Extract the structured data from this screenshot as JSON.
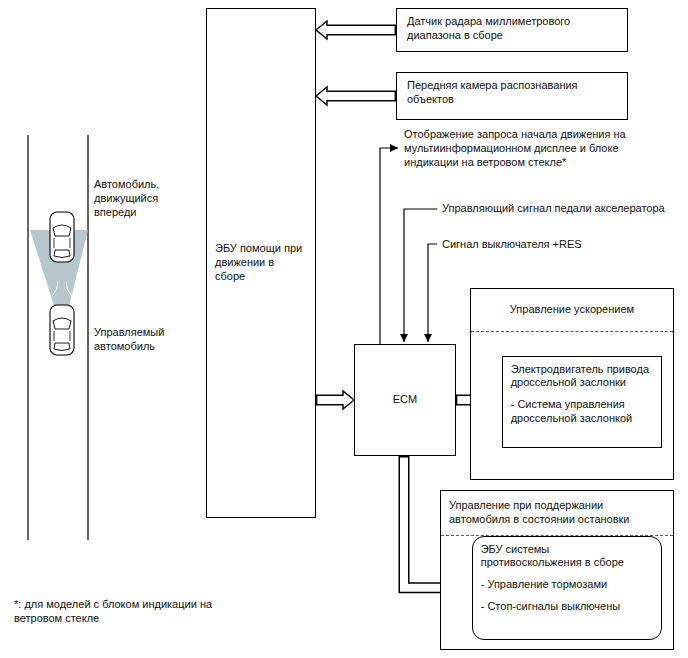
{
  "diagram": {
    "nodes": [
      {
        "text": [
          "ЭБУ помощи при движении в сборе"
        ]
      },
      {
        "text": [
          "Датчик радара миллиметрового диапазона в сборе"
        ]
      },
      {
        "text": [
          "Передняя камера распознавания объектов"
        ]
      },
      {
        "text": [
          "ECM"
        ]
      },
      {
        "text": [
          "Управление ускорением"
        ]
      },
      {
        "text": [
          "Электродвигатель привода дроссельной заслонки",
          "- Система управления дроссельной заслонкой"
        ],
        "in": 4
      },
      {
        "text": [
          "Управление при поддержании автомобиля в состоянии остановки"
        ]
      },
      {
        "text": [
          "ЭБУ системы противоскольжения в сборе",
          "- Управление тормозами",
          "- Стоп-сигналы выключены"
        ],
        "in": 6
      }
    ],
    "edges": [
      {
        "from": 1,
        "to": 0,
        "arrow": "to"
      },
      {
        "from": 2,
        "to": 0,
        "arrow": "to"
      },
      {
        "from": 0,
        "to": 3,
        "arrow": "to"
      },
      {
        "from": 3,
        "to": 5,
        "arrow": "to"
      },
      {
        "from": 3,
        "to": 7,
        "arrow": "to"
      }
    ],
    "labels": [
      "Автомобиль, движущийся впереди",
      "Управляемый автомобиль",
      "Отображение запроса начала движения на мультиинформационном дисплее и блоке индикации на ветровом стекле*",
      "Управляющий сигнал педали акселератора",
      "Сигнал выключателя +RES",
      "*: для моделей с блоком индикации на ветровом стекле"
    ]
  }
}
